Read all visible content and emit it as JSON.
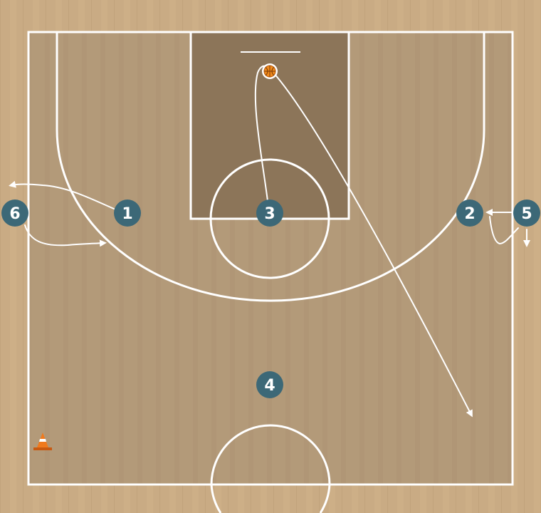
{
  "court": {
    "wood_color": "#c9ab84",
    "floor_color": "#b39a79",
    "paint_color": "#8c7559",
    "line_color": "#ffffff"
  },
  "player_style": {
    "fill": "#3c6877",
    "text_color": "#ffffff"
  },
  "players": [
    {
      "id": "player-1",
      "label": "1"
    },
    {
      "id": "player-2",
      "label": "2"
    },
    {
      "id": "player-3",
      "label": "3"
    },
    {
      "id": "player-4",
      "label": "4"
    },
    {
      "id": "player-5",
      "label": "5"
    },
    {
      "id": "player-6",
      "label": "6"
    }
  ],
  "ball": {
    "icon": "basketball-icon",
    "color": "#f08a1c"
  },
  "cone": {
    "icon": "traffic-cone-icon",
    "color": "#f07a1e"
  }
}
